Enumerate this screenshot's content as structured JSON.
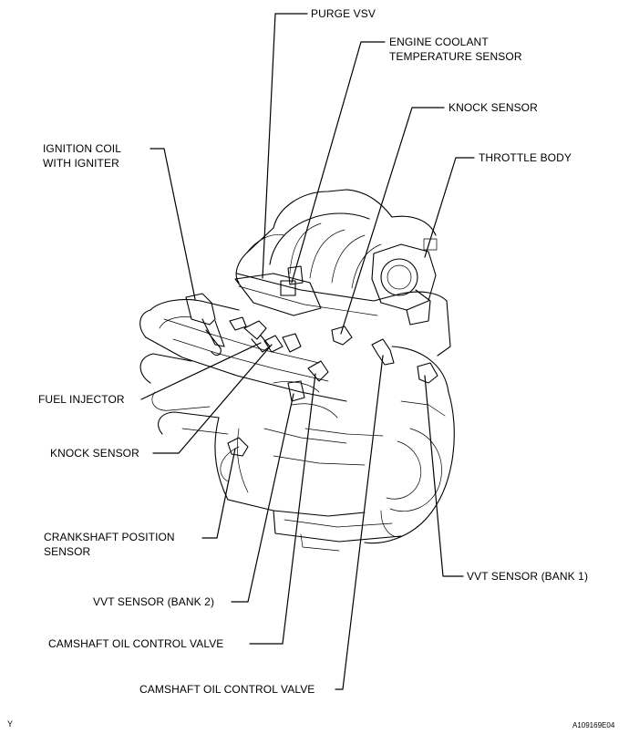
{
  "labels": {
    "purge_vsv": "PURGE VSV",
    "engine_coolant_1": "ENGINE COOLANT",
    "engine_coolant_2": "TEMPERATURE SENSOR",
    "knock_sensor_top": "KNOCK SENSOR",
    "throttle_body": "THROTTLE BODY",
    "ignition_coil_1": "IGNITION COIL",
    "ignition_coil_2": "WITH IGNITER",
    "fuel_injector": "FUEL INJECTOR",
    "knock_sensor_left": "KNOCK SENSOR",
    "crankshaft_1": "CRANKSHAFT POSITION",
    "crankshaft_2": "SENSOR",
    "vvt_bank1": "VVT SENSOR (BANK 1)",
    "vvt_bank2": "VVT SENSOR (BANK 2)",
    "camshaft_ocv_1": "CAMSHAFT OIL CONTROL VALVE",
    "camshaft_ocv_2": "CAMSHAFT OIL CONTROL VALVE"
  },
  "corner": {
    "left_mark": "Y",
    "figure_code": "A109169E04"
  }
}
